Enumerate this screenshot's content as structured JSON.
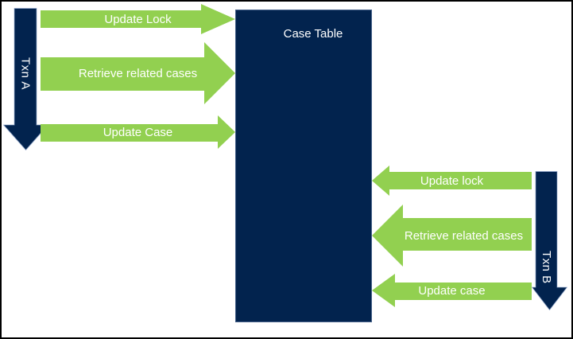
{
  "diagram": {
    "case_table": {
      "label": "Case Table"
    },
    "txn_a": {
      "label": "Txn A",
      "actions": [
        {
          "label": "Update Lock"
        },
        {
          "label": "Retrieve related cases"
        },
        {
          "label": "Update Case"
        }
      ]
    },
    "txn_b": {
      "label": "Txn B",
      "actions": [
        {
          "label": "Update lock"
        },
        {
          "label": "Retrieve related cases"
        },
        {
          "label": "Update case"
        }
      ]
    },
    "colors": {
      "arrow_green": "#92D050",
      "navy": "#02234E",
      "label_text": "#FFFFFF",
      "border": "#000000"
    }
  }
}
